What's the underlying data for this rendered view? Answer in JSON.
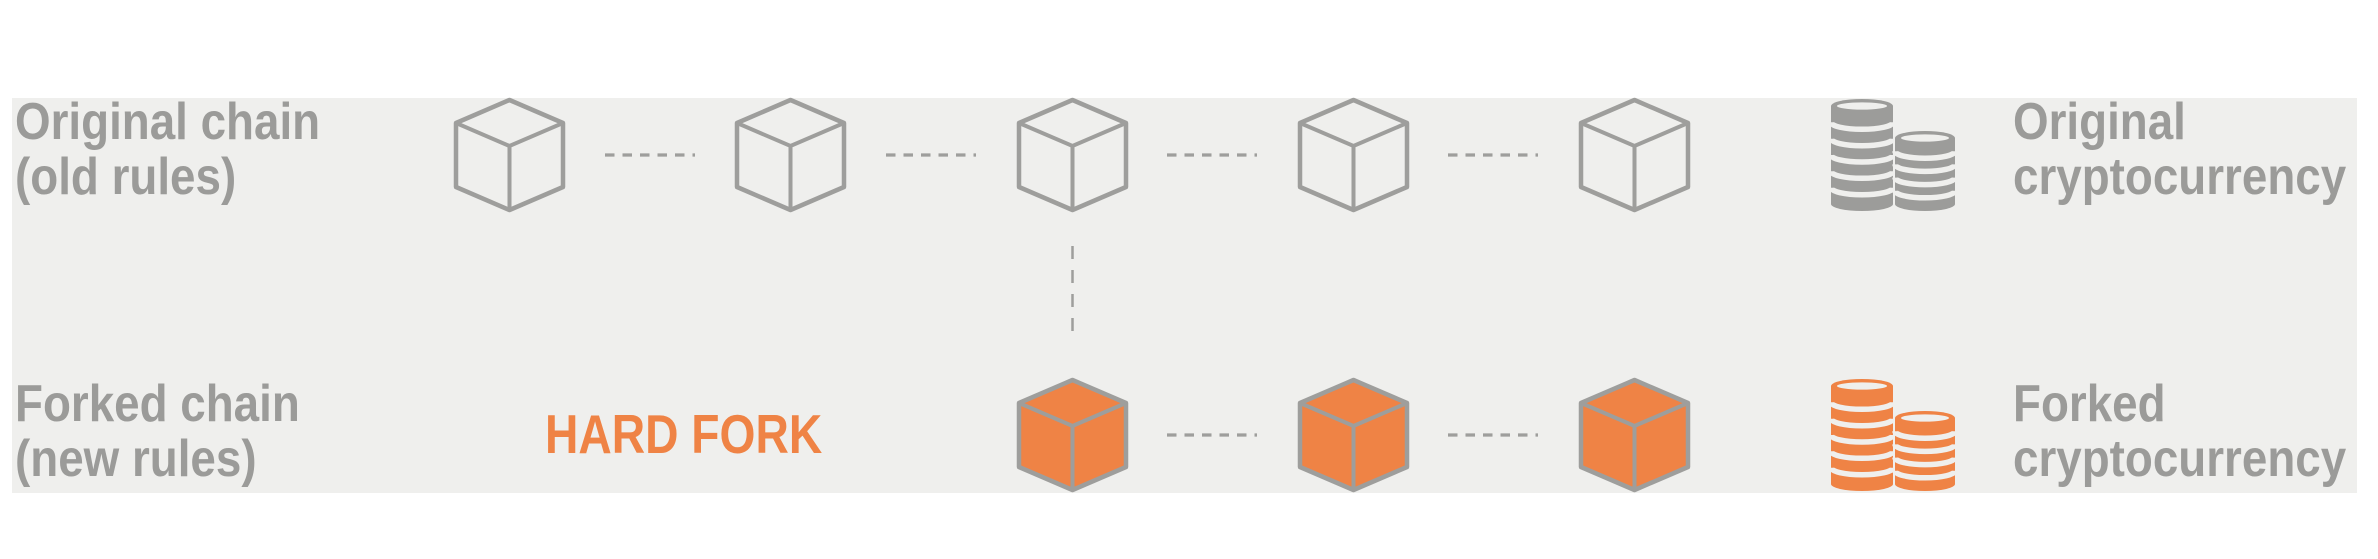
{
  "diagram": {
    "colors": {
      "page_background": "#ffffff",
      "panel_background": "#efefed",
      "gray": "#9b9b99",
      "orange": "#ef8345"
    },
    "icons": {
      "block-icon": "isometric cube",
      "coin-stack-icon": "two stacks of coins",
      "chain-link-icon": "horizontal dashed line",
      "fork-branch-icon": "vertical dashed line"
    },
    "rows": [
      {
        "id": "original-chain",
        "label_line1": "Original chain",
        "label_line2": "(old rules)",
        "block_count": 5,
        "block_style": "outline-gray",
        "currency_line1": "Original",
        "currency_line2": "cryptocurrency"
      },
      {
        "id": "forked-chain",
        "label_line1": "Forked chain",
        "label_line2": "(new rules)",
        "annotation": "HARD FORK",
        "block_count": 3,
        "block_style": "filled-orange",
        "currency_line1": "Forked",
        "currency_line2": "cryptocurrency"
      }
    ]
  }
}
